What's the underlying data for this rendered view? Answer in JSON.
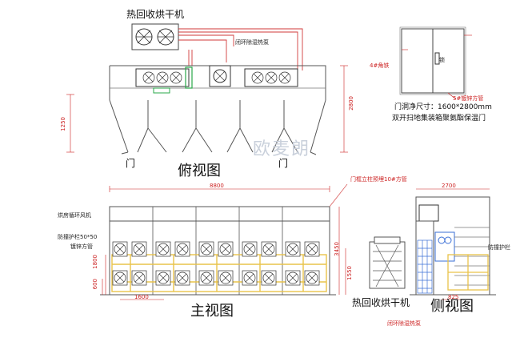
{
  "texts": {
    "top_title": "热回收烘干机",
    "heat_pump_label": "闭环除湿热泵",
    "door_label": "门",
    "view_top": "俯视图",
    "watermark": "欧麦朗",
    "view_front": "主视图",
    "front_circ_fan": "烘房循环风机",
    "front_guard": "防撞护栏50*50",
    "front_guard2": "镀锌方管",
    "front_top_note": "门框立柱预埋10#方管",
    "front_bottom_title": "热回收烘干机",
    "front_bottom_red": "闭环除湿热泵",
    "view_side": "侧视图",
    "side_guard": "防撞护栏",
    "door_spec_1": "门洞净尺寸：1600*2800mm",
    "door_spec_2": "双开扫地集装箱聚氨酯保温门",
    "door_lock": "锁",
    "door_hinge": "4#角铁",
    "door_tube": "5#镀锌方管"
  },
  "dims": {
    "top_height": "2800",
    "top_left": "1250",
    "front_width": "8800",
    "front_h1": "3450",
    "front_h2": "1550",
    "front_l1": "1800",
    "front_l2": "600",
    "front_bay": "1600",
    "side_width": "2700",
    "side_bottom": "825"
  },
  "colors": {
    "frame": "#555555",
    "duct_red": "#d23a3a",
    "guard_yellow": "#e9c34a",
    "outline_green": "#2aa84a",
    "grid_blue": "#3a6fd6"
  }
}
